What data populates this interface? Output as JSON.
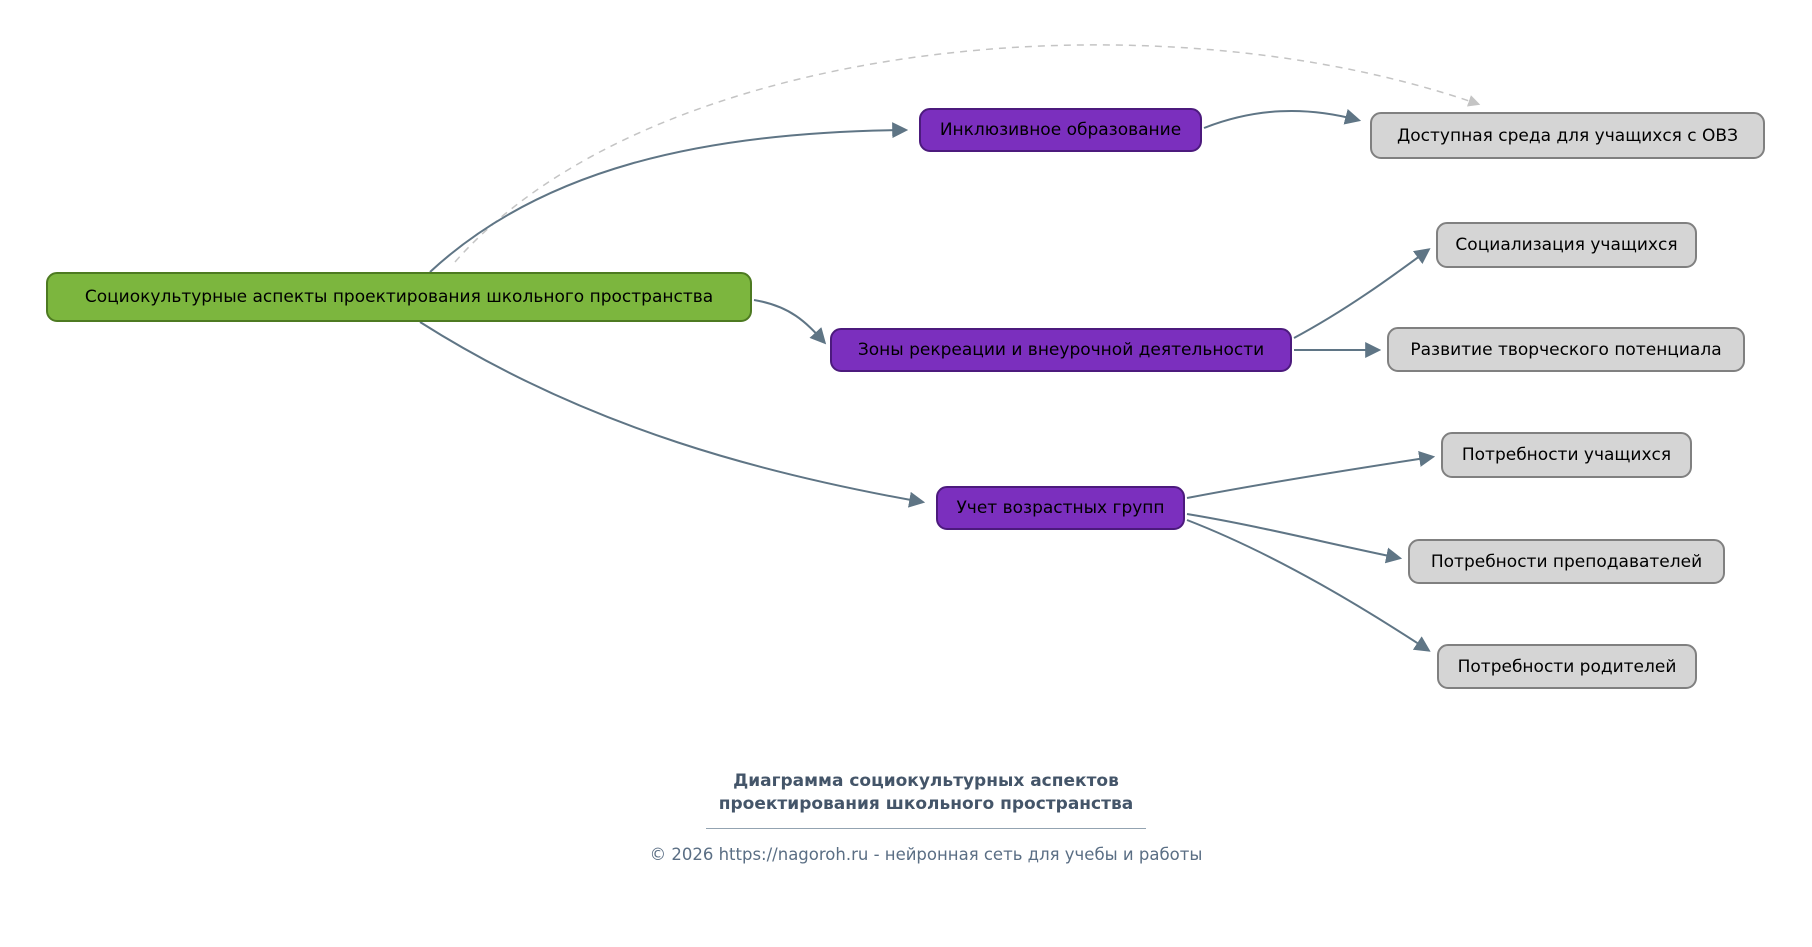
{
  "diagram": {
    "root": {
      "label": "Социокультурные аспекты проектирования школьного пространства"
    },
    "branches": [
      {
        "label": "Инклюзивное образование",
        "children": [
          {
            "label": "Доступная среда для учащихся с ОВЗ"
          }
        ]
      },
      {
        "label": "Зоны рекреации и внеурочной деятельности",
        "children": [
          {
            "label": "Социализация учащихся"
          },
          {
            "label": "Развитие творческого потенциала"
          }
        ]
      },
      {
        "label": "Учет возрастных групп",
        "children": [
          {
            "label": "Потребности учащихся"
          },
          {
            "label": "Потребности преподавателей"
          },
          {
            "label": "Потребности родителей"
          }
        ]
      }
    ],
    "colors": {
      "root_fill": "#7cb63e",
      "root_border": "#4d7a21",
      "branch_fill": "#7b2fbe",
      "branch_border": "#4c1a7d",
      "leaf_fill": "#d5d5d5",
      "leaf_border": "#808080",
      "edge": "#5f7585",
      "dashed_edge": "#c4c4c4",
      "text": "#000000",
      "caption_text": "#445569"
    }
  },
  "caption": {
    "title_line1": "Диаграмма социокультурных аспектов",
    "title_line2": "проектирования школьного пространства",
    "copyright": "© 2026 https://nagoroh.ru - нейронная сеть для учебы и работы"
  }
}
